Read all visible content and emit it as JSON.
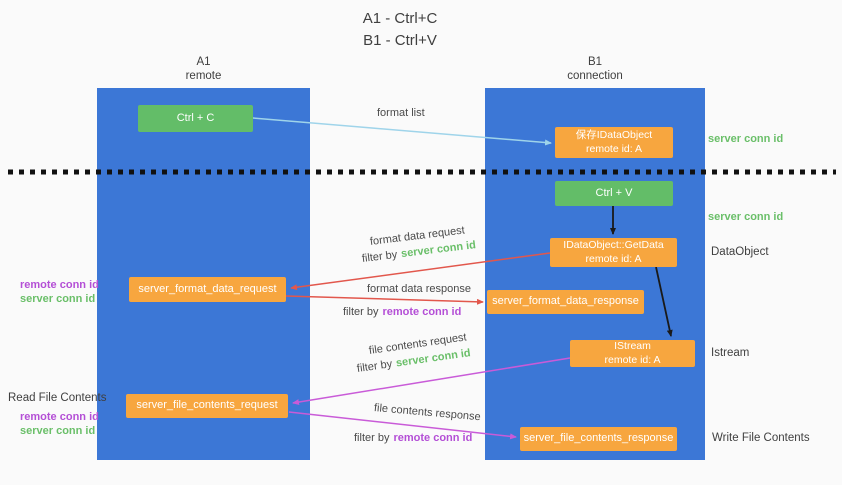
{
  "title": {
    "line1": "A1 - Ctrl+C",
    "line2": "B1 - Ctrl+V"
  },
  "lanes": {
    "left": {
      "name": "A1",
      "sub": "remote"
    },
    "right": {
      "name": "B1",
      "sub": "connection"
    }
  },
  "boxes": {
    "ctrl_c": {
      "label": "Ctrl + C"
    },
    "save_idataobject": {
      "line1": "保存IDataObject",
      "line2": "remote id: A"
    },
    "ctrl_v": {
      "label": "Ctrl + V"
    },
    "getdata": {
      "line1": "IDataObject::GetData",
      "line2": "remote id: A"
    },
    "format_request": {
      "label": "server_format_data_request"
    },
    "format_response": {
      "label": "server_format_data_response"
    },
    "istream": {
      "line1": "IStream",
      "line2": "remote id: A"
    },
    "file_request": {
      "label": "server_file_contents_request"
    },
    "file_response": {
      "label": "server_file_contents_response"
    }
  },
  "labels": {
    "format_list": "format list",
    "format_data_request": "format data request",
    "format_data_response": "format data response",
    "file_contents_request": "file contents request",
    "file_contents_response": "file contents response",
    "filter_by": "filter by",
    "server_conn_id": "server conn id",
    "remote_conn_id": "remote conn id",
    "dataobject": "DataObject",
    "istream": "Istream",
    "read_file_contents": "Read File Contents",
    "write_file_contents": "Write File Contents"
  },
  "colors": {
    "lane_blue": "#3c77d6",
    "box_green": "#63bd68",
    "box_orange": "#f7a63f",
    "text_green": "#6abf69",
    "text_purple": "#b44fd6",
    "arrow_red": "#e2574c",
    "arrow_magenta": "#c95bd8",
    "arrow_blue": "#9fd4ea",
    "arrow_black": "#1a1a1a",
    "divider_black": "#111111"
  }
}
